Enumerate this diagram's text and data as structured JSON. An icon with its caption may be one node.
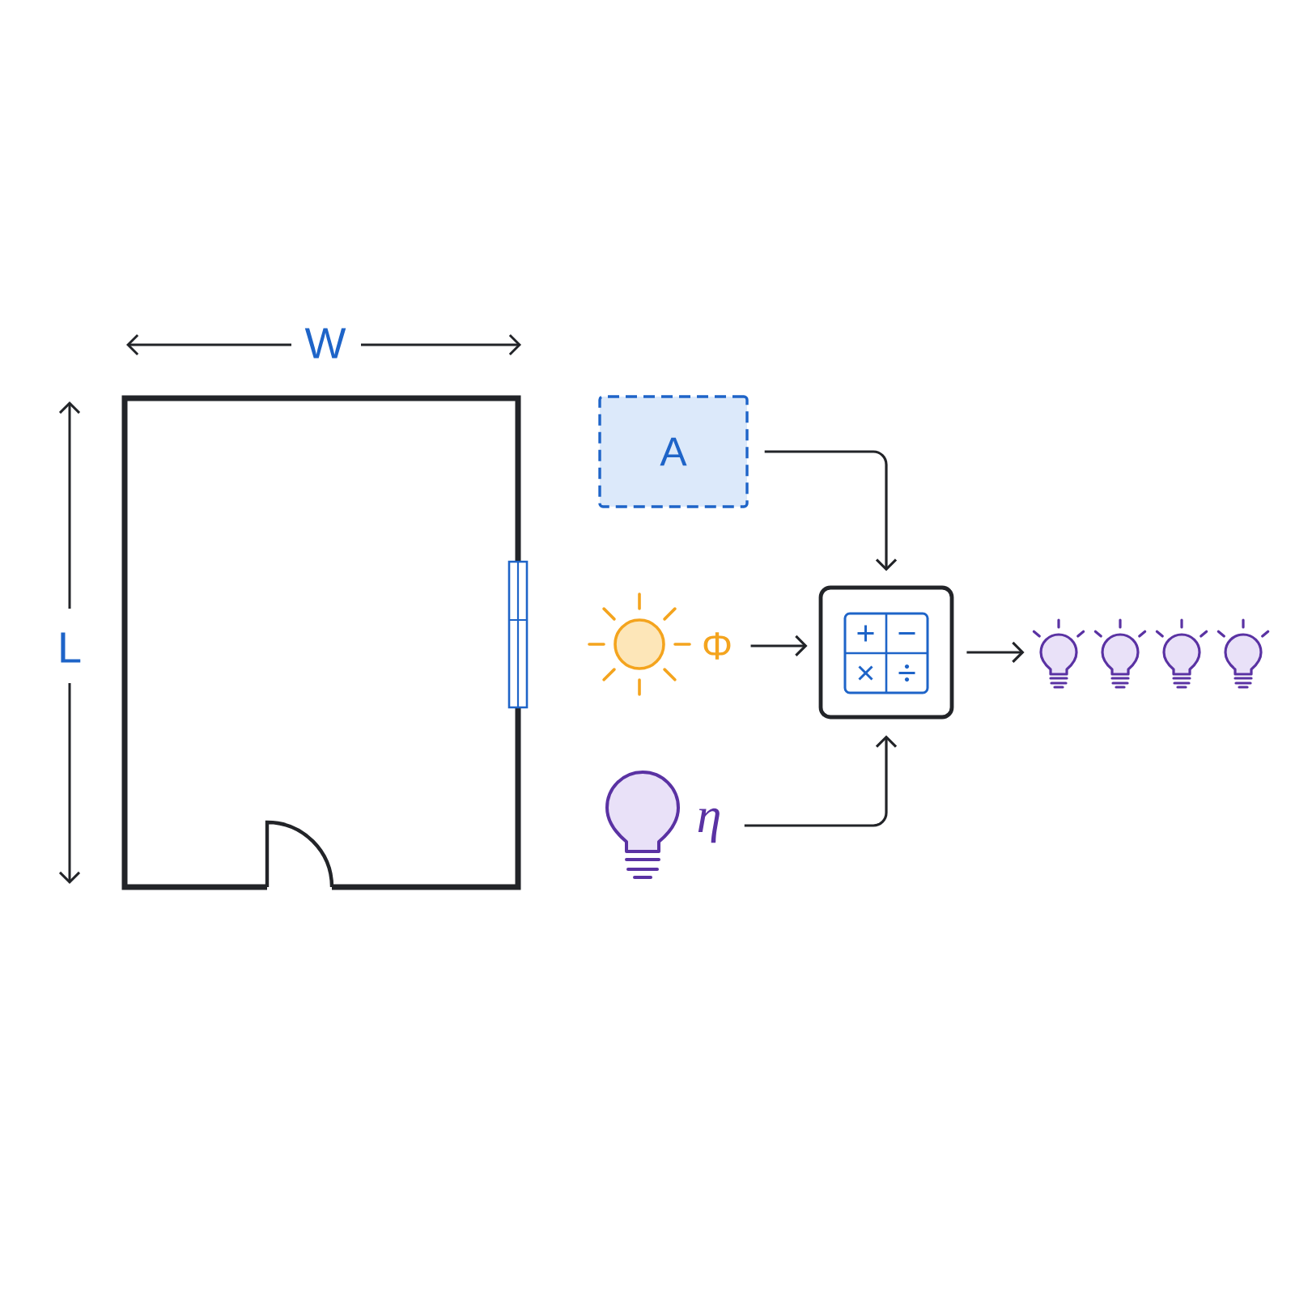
{
  "diagram": {
    "nodes": [
      {
        "text": [
          "A"
        ]
      },
      {
        "text": [
          "Φ"
        ]
      },
      {
        "text": [
          "η"
        ]
      },
      {
        "text": [],
        "shape": "box"
      },
      {
        "text": [],
        "shape": "picture"
      }
    ],
    "edges": [
      {
        "from": 0,
        "to": 3,
        "arrow": "to"
      },
      {
        "from": 1,
        "to": 3,
        "arrow": "to"
      },
      {
        "from": 2,
        "to": 3,
        "arrow": "to"
      },
      {
        "from": 3,
        "to": 4,
        "arrow": "to"
      }
    ],
    "labels": [
      "W",
      "L"
    ]
  }
}
